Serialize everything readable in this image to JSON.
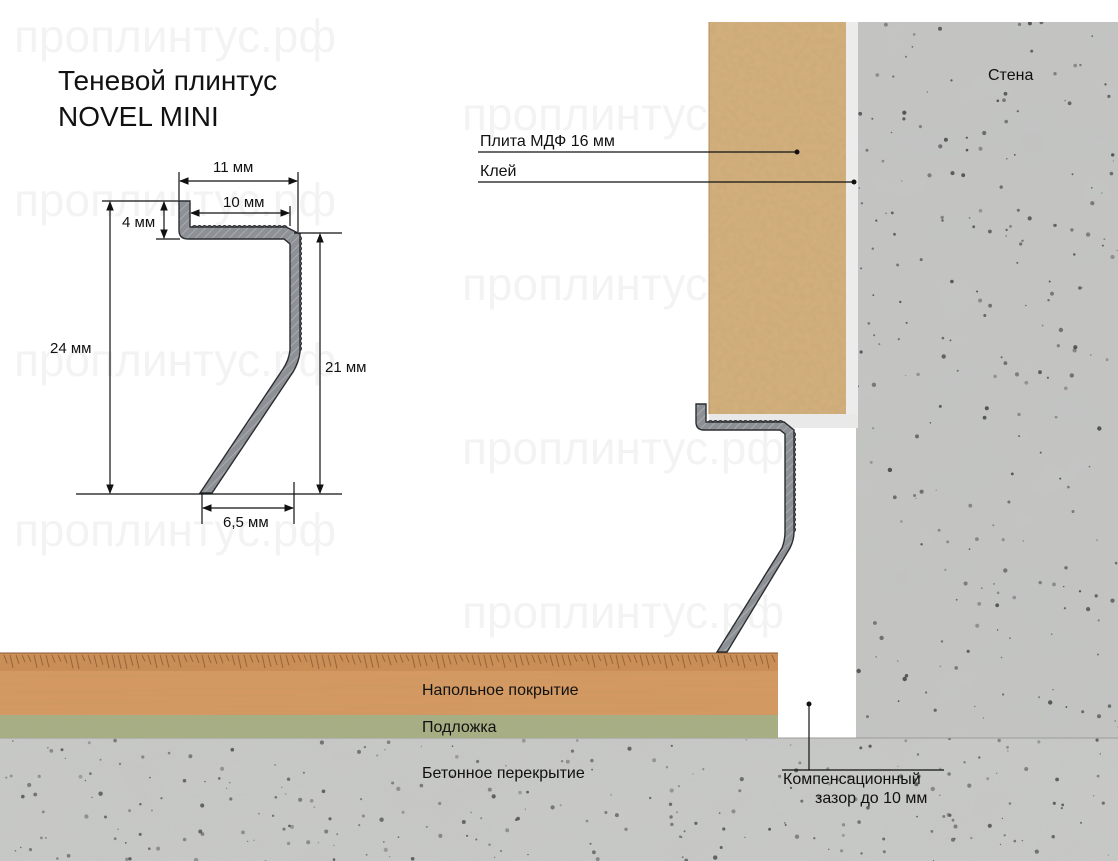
{
  "title": {
    "line1": "Теневой плинтус",
    "line2": "NOVEL  MINI"
  },
  "watermark": "проплинтус.рф",
  "dimensions": {
    "width_top": "11 мм",
    "width_inner": "10 мм",
    "height_flange": "4 мм",
    "height_total": "24 мм",
    "height_body": "21 мм",
    "width_bottom": "6,5 мм"
  },
  "labels": {
    "mdf": "Плита МДФ  16 мм",
    "glue": "Клей",
    "wall": "Стена",
    "flooring": "Напольное покрытие",
    "underlay": "Подложка",
    "slab": "Бетонное перекрытие",
    "gap_line1": "Компенсационный",
    "gap_line2": "зазор до 10 мм"
  },
  "colors": {
    "concrete": "#c4c5c3",
    "mdf": "#d4b07c",
    "glue": "#ececec",
    "wood": "#d79a62",
    "underlay": "#a6ad80",
    "profile": "#8d9095",
    "profile_edge": "#2b2d30",
    "ink": "#111111"
  }
}
